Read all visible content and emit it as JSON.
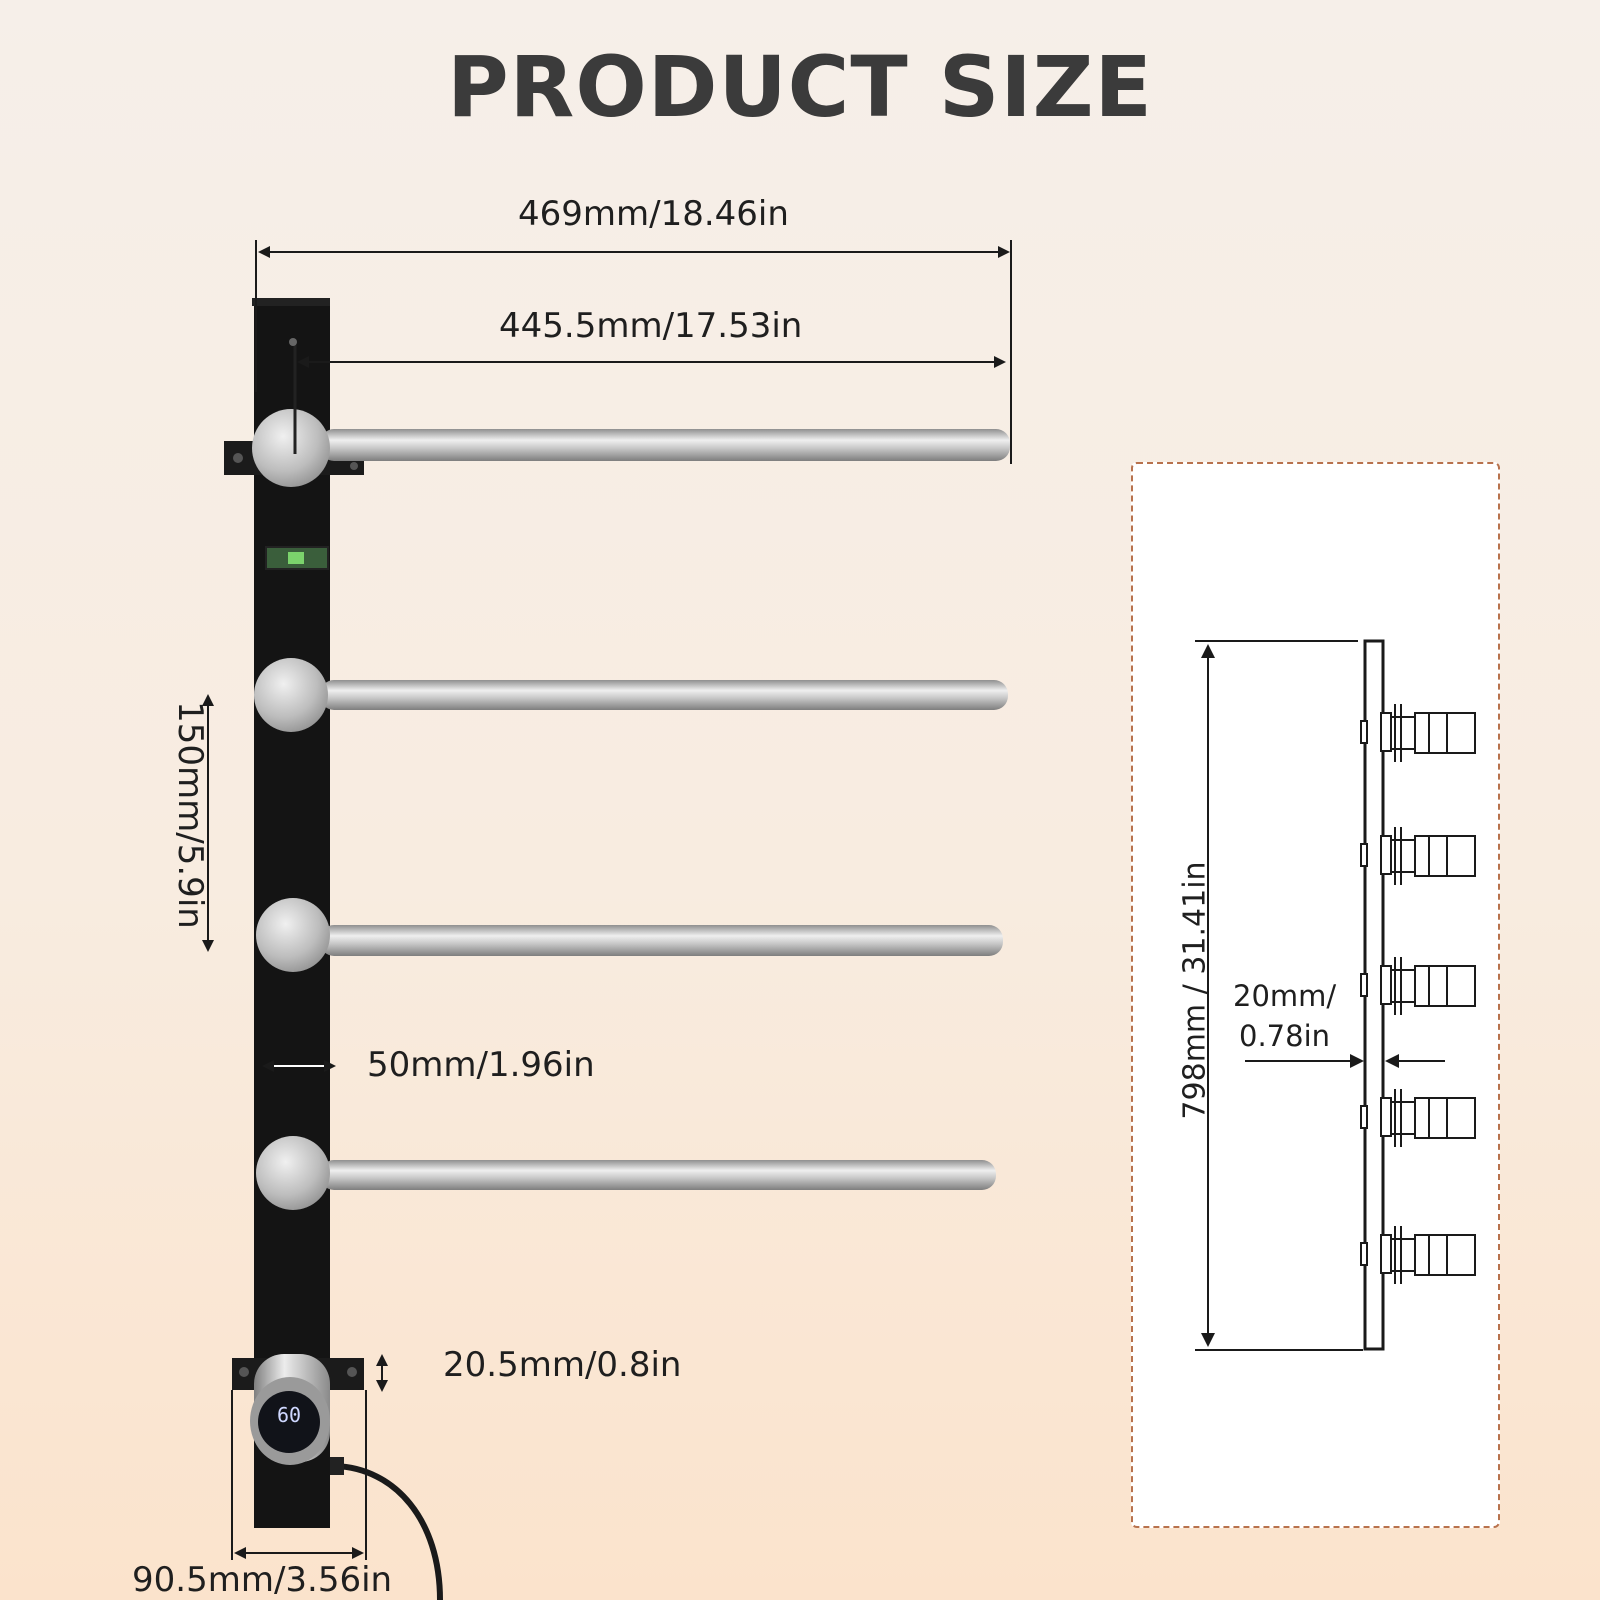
{
  "title": "PRODUCT SIZE",
  "dimensions": {
    "total_width": "469mm/18.46in",
    "bar_length": "445.5mm/17.53in",
    "bar_spacing": "150mm/5.9in",
    "panel_width": "50mm/1.96in",
    "bracket_height": "20.5mm/0.8in",
    "bracket_width": "90.5mm/3.56in"
  },
  "side_view": {
    "height_label": "798mm / 31.41in",
    "depth_line1": "20mm/",
    "depth_line2": "0.78in"
  },
  "display": {
    "temperature": "60"
  },
  "colors": {
    "background": "#f7ede4",
    "panel": "#141414",
    "steel": "#c4c4c4",
    "dashed_border": "#b8724d",
    "text": "#1f1f1f"
  }
}
